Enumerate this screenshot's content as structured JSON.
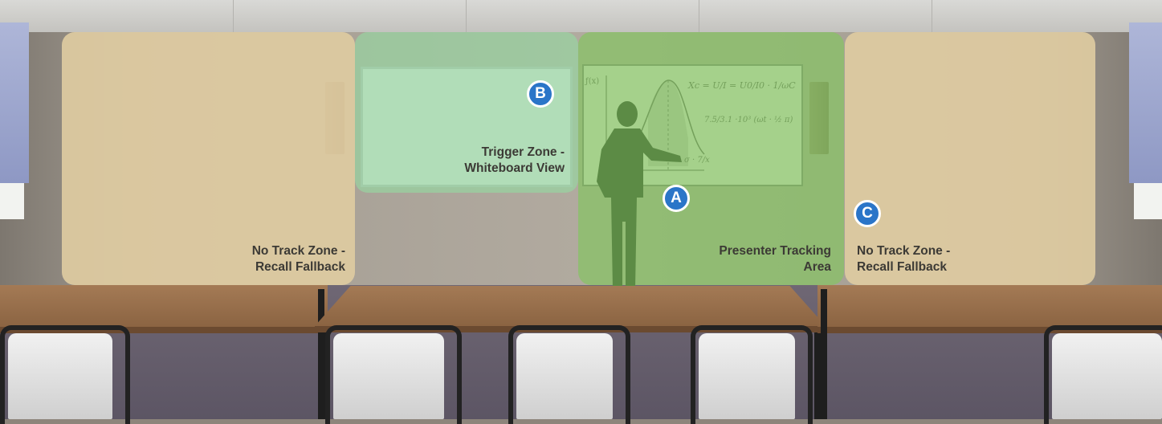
{
  "zones": {
    "left_no_track": {
      "line1": "No Track Zone -",
      "line2": "Recall Fallback"
    },
    "trigger": {
      "line1": "Trigger Zone -",
      "line2": "Whiteboard View"
    },
    "presenter": {
      "line1": "Presenter Tracking",
      "line2": "Area"
    },
    "right_no_track": {
      "line1": "No Track Zone -",
      "line2": "Recall Fallback"
    }
  },
  "badges": {
    "a": "A",
    "b": "B",
    "c": "C"
  },
  "colors": {
    "badge_blue": "#2a75c8",
    "no_track_zone": "#decba1",
    "trigger_zone": "#96d6a0",
    "presenter_zone": "#86c464"
  }
}
